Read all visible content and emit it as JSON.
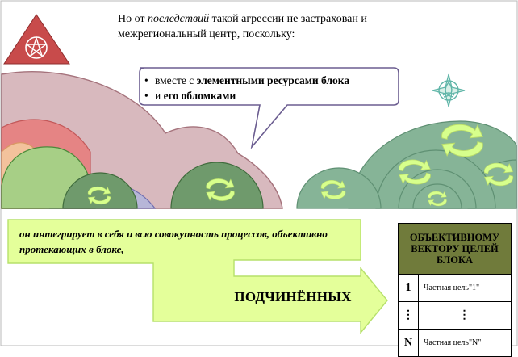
{
  "intro": {
    "part1": "Но от ",
    "part2_italic": "последствий",
    "part3": " такой агрессии не застрахован и межрегиональный центр, поскольку:"
  },
  "callout": {
    "items": [
      {
        "prefix": "вместе с ",
        "bold": "элементными ресурсами блока"
      },
      {
        "prefix": "и ",
        "bold": "его обломками"
      }
    ]
  },
  "arrow_text": "он интегрирует в себя и всю совокупность процессов, объективно протекающих в блоке,",
  "big_label": "ПОДЧИНЁННЫХ",
  "goal_table": {
    "header": "ОБЪЕКТИВНОМУ ВЕКТОРУ ЦЕЛЕЙ БЛОКА",
    "rows": [
      {
        "num": "1",
        "goal": "Частная цель\"1\""
      },
      {
        "num": "⋮",
        "goal": "⋮"
      },
      {
        "num": "N",
        "goal": "Частная цель\"N\""
      }
    ]
  },
  "colors": {
    "pink_block": "#d8b9be",
    "red_dome": "#e87b7b",
    "orange_dome": "#f3c29c",
    "green_dome": "#a7cf86",
    "violet_dome": "#b7b6d8",
    "dark_green_dome": "#6f9a6c",
    "teal_dome": "#86b497",
    "arrow_green": "#d7ff8c",
    "arrow_fill": "#e4ff9a",
    "table_header": "#707b3b",
    "triangle_red": "#c84b4b"
  },
  "icons": {
    "left_emblem": "pentagram-in-circle-icon",
    "right_emblem": "triquetra-compass-icon",
    "rotation": "circular-arrows-icon"
  }
}
